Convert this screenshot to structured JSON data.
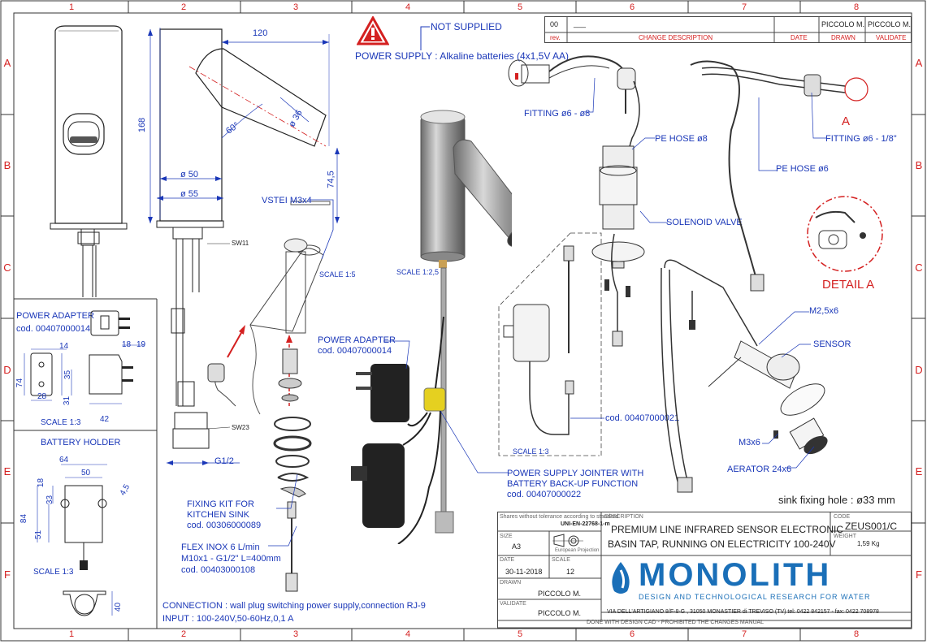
{
  "frame": {
    "columns": [
      "1",
      "2",
      "3",
      "4",
      "5",
      "6",
      "7",
      "8"
    ],
    "rows": [
      "A",
      "B",
      "C",
      "D",
      "E",
      "F"
    ]
  },
  "revision": {
    "rev_no": "00",
    "rev_desc": "___",
    "drawn_by": "PICCOLO M.",
    "validated_by": "PICCOLO M.",
    "header_rev": "rev.",
    "header_desc": "CHANGE DESCRIPTION",
    "header_date": "DATE",
    "header_drawn": "DRAWN",
    "header_validate": "VALIDATE"
  },
  "notes": {
    "not_supplied": "NOT SUPPLIED",
    "power_supply": "POWER SUPPLY : Alkaline batteries (4x1,5V AA)",
    "sink_hole": "sink fixing hole : ø33 mm",
    "connection": "CONNECTION : wall plug switching power supply,connection RJ-9",
    "input": "INPUT : 100-240V,50-60Hz,0,1 A"
  },
  "dimensions": {
    "width_120": "120",
    "height_168": "168",
    "angle": "60°",
    "dia_36": "ø 36",
    "h_74_5": "74,5",
    "dia_50": "ø 50",
    "dia_55": "ø 55",
    "sw11": "SW11",
    "sw23": "SW23",
    "g12": "G1/2",
    "vstei": "VSTEI M3x4",
    "scale_15": "SCALE 1:5",
    "scale_125": "SCALE 1:2,5"
  },
  "left_panel": {
    "power_adapter": "POWER ADAPTER",
    "power_adapter_code": "cod. 00407000014",
    "dims": [
      "14",
      "35",
      "74",
      "28",
      "31",
      "18",
      "19",
      "42"
    ],
    "scale": "SCALE 1:3",
    "battery_holder": "BATTERY HOLDER",
    "bh_dims": [
      "64",
      "50",
      "18",
      "33",
      "84",
      "51",
      "40",
      "4,5"
    ],
    "bh_scale": "SCALE 1:3"
  },
  "callouts": {
    "fixing_kit": "FIXING KIT FOR",
    "fixing_kit_2": "KITCHEN SINK",
    "fixing_kit_code": "cod. 00306000089",
    "flex_inox": "FLEX INOX 6 L/min",
    "flex_spec": "M10x1 - G1/2\" L=400mm",
    "flex_code": "cod. 00403000108",
    "power_adapter_mid": "POWER ADAPTER",
    "power_adapter_mid_code": "cod. 00407000014",
    "jointer": "POWER SUPPLY JOINTER WITH",
    "jointer_2": "BATTERY BACK-UP FUNCTION",
    "jointer_code": "cod. 00407000022",
    "battery_code": "cod. 00407000021",
    "battery_scale": "SCALE 1:3",
    "fitting_68": "FITTING ø6 - ø8",
    "pe_hose_8": "PE HOSE ø8",
    "solenoid": "SOLENOID VALVE",
    "fitting_618": "FITTING ø6 - 1/8\"",
    "pe_hose_6": "PE HOSE ø6",
    "detail_a_marker": "A",
    "detail_a": "DETAIL A",
    "m25": "M2,5x6",
    "sensor": "SENSOR",
    "m36": "M3x6",
    "aerator": "AERATOR 24x6"
  },
  "title_block": {
    "tolerance": "Shares without tolerance according to standard",
    "standard": "UNI-EN-22768-1-m",
    "size_label": "SIZE",
    "size": "A3",
    "projection": "European Projection",
    "date_label": "DATE",
    "date": "30-11-2018",
    "scale_label": "SCALE",
    "scale": "12",
    "drawn_label": "DRAWN",
    "drawn": "PICCOLO M.",
    "validate_label": "VALIDATE",
    "validate": "PICCOLO M.",
    "description_label": "DESCRIPTION",
    "description_1": "PREMIUM LINE INFRARED SENSOR ELECTRONIC",
    "description_2": "BASIN TAP, RUNNING ON ELECTRICITY 100-240V",
    "code_label": "CODE",
    "code": "ZEUS001/C",
    "weight_label": "WEIGHT",
    "weight": "1,59 Kg",
    "brand": "MONOLITH",
    "tagline": "DESIGN AND TECHNOLOGICAL RESEARCH FOR WATER",
    "address": "VIA DELL'ARTIGIANO 8/F-8-G , 31050 MONASTIER di TREVISO (TV) tel: 0422 842157 - fax: 0422 708978",
    "footer": "DONE WITH DESIGN CAD - PROHIBITED THE CHANGES MANUAL"
  }
}
